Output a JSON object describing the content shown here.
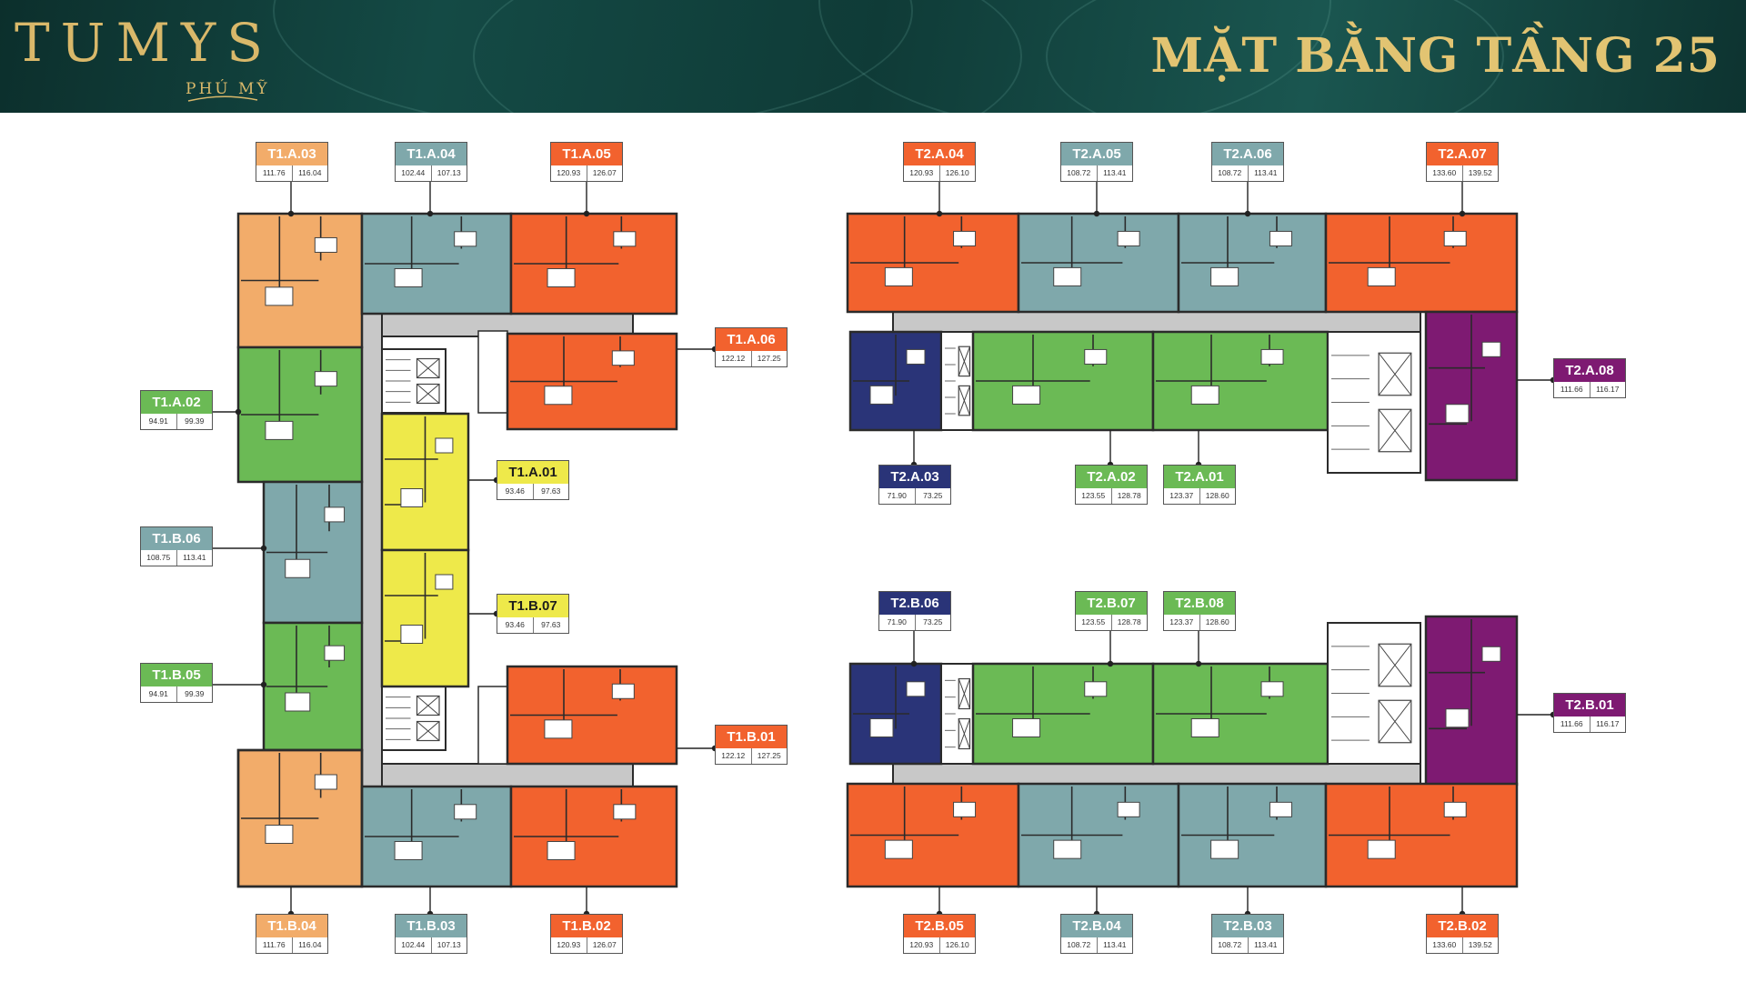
{
  "header": {
    "brand_name": "TUMYS",
    "brand_sub": "PHÚ MỸ",
    "title": "MẶT BẰNG TẦNG 25"
  },
  "colors": {
    "orange": "#f2622e",
    "light_orange": "#f2ac6a",
    "teal": "#7fa8ab",
    "green": "#6bba55",
    "yellow": "#eee94a",
    "navy": "#2a3478",
    "purple": "#7e1a72",
    "corridor": "#c8c8c8",
    "wall": "#2b2b2b"
  },
  "units": [
    {
      "label": "T1.A.03",
      "a": "111.76",
      "b": "116.04"
    },
    {
      "label": "T1.A.04",
      "a": "102.44",
      "b": "107.13"
    },
    {
      "label": "T1.A.05",
      "a": "120.93",
      "b": "126.07"
    },
    {
      "label": "T1.A.06",
      "a": "122.12",
      "b": "127.25"
    },
    {
      "label": "T1.A.02",
      "a": "94.91",
      "b": "99.39"
    },
    {
      "label": "T1.A.01",
      "a": "93.46",
      "b": "97.63"
    },
    {
      "label": "T1.B.06",
      "a": "108.75",
      "b": "113.41"
    },
    {
      "label": "T1.B.07",
      "a": "93.46",
      "b": "97.63"
    },
    {
      "label": "T1.B.05",
      "a": "94.91",
      "b": "99.39"
    },
    {
      "label": "T1.B.01",
      "a": "122.12",
      "b": "127.25"
    },
    {
      "label": "T1.B.04",
      "a": "111.76",
      "b": "116.04"
    },
    {
      "label": "T1.B.03",
      "a": "102.44",
      "b": "107.13"
    },
    {
      "label": "T1.B.02",
      "a": "120.93",
      "b": "126.07"
    },
    {
      "label": "T2.A.04",
      "a": "120.93",
      "b": "126.10"
    },
    {
      "label": "T2.A.05",
      "a": "108.72",
      "b": "113.41"
    },
    {
      "label": "T2.A.06",
      "a": "108.72",
      "b": "113.41"
    },
    {
      "label": "T2.A.07",
      "a": "133.60",
      "b": "139.52"
    },
    {
      "label": "T2.A.08",
      "a": "111.66",
      "b": "116.17"
    },
    {
      "label": "T2.A.03",
      "a": "71.90",
      "b": "73.25"
    },
    {
      "label": "T2.A.02",
      "a": "123.55",
      "b": "128.78"
    },
    {
      "label": "T2.A.01",
      "a": "123.37",
      "b": "128.60"
    },
    {
      "label": "T2.B.06",
      "a": "71.90",
      "b": "73.25"
    },
    {
      "label": "T2.B.07",
      "a": "123.55",
      "b": "128.78"
    },
    {
      "label": "T2.B.08",
      "a": "123.37",
      "b": "128.60"
    },
    {
      "label": "T2.B.01",
      "a": "111.66",
      "b": "116.17"
    },
    {
      "label": "T2.B.05",
      "a": "120.93",
      "b": "126.10"
    },
    {
      "label": "T2.B.04",
      "a": "108.72",
      "b": "113.41"
    },
    {
      "label": "T2.B.03",
      "a": "108.72",
      "b": "113.41"
    },
    {
      "label": "T2.B.02",
      "a": "133.60",
      "b": "139.52"
    }
  ]
}
